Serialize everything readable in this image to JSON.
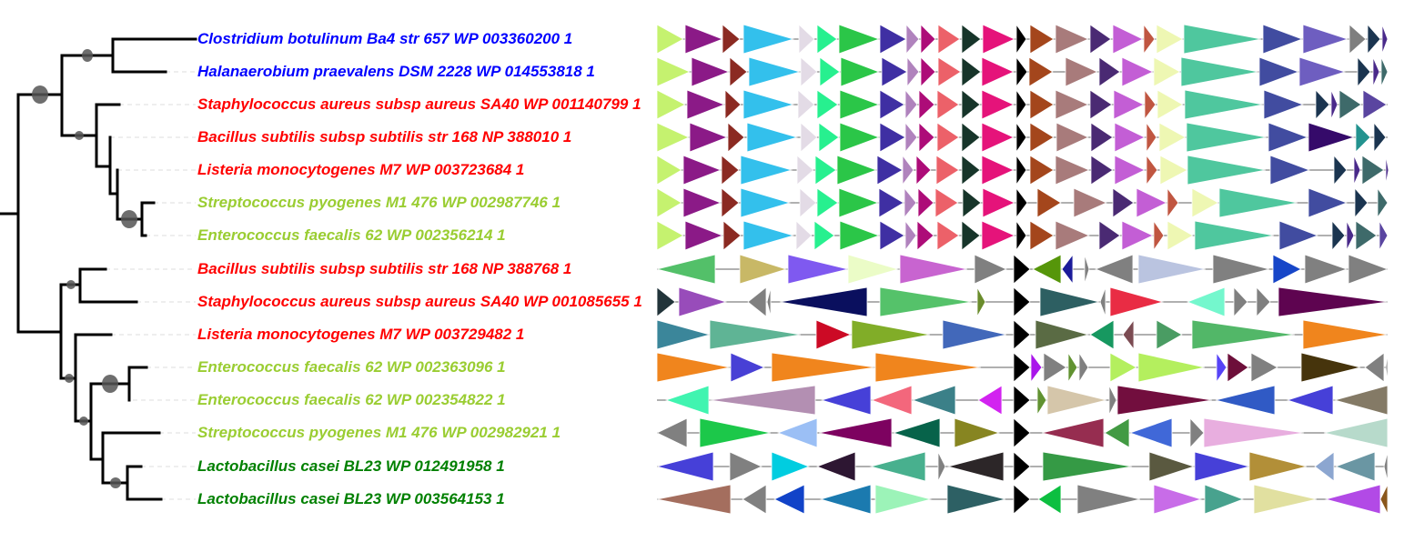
{
  "legend_colors": {
    "blue_group": "#0000ff",
    "red_group": "#ff0000",
    "yellowgreen_group": "#9acd32",
    "green_group": "#008000"
  },
  "rows": [
    {
      "label": "Clostridium botulinum Ba4 str 657 WP 003360200 1",
      "color": "#0000ff",
      "genes": [
        [
          "+",
          "#c5f26f"
        ],
        [
          "+",
          "#8b1a87"
        ],
        [
          "+",
          "#8b2a22"
        ],
        [
          "+",
          "#33c0ec"
        ],
        [
          "+",
          "#e3dbe6"
        ],
        [
          "+",
          "#27f08f"
        ],
        [
          "+",
          "#2bc648"
        ],
        [
          "+",
          "#3f2fa3"
        ],
        [
          "+",
          "#b083bd"
        ],
        [
          "+",
          "#ad0c78"
        ],
        [
          "+",
          "#ec6169"
        ],
        [
          "+",
          "#17352a"
        ],
        [
          "+",
          "#e5137a"
        ],
        [
          "+",
          "#000000"
        ],
        [
          "+",
          "#a4461c"
        ],
        [
          "+",
          "#a87b7b"
        ],
        [
          "+",
          "#4a2a73"
        ],
        [
          "+",
          "#c35ed5"
        ],
        [
          "+",
          "#c05641"
        ],
        [
          "+",
          "#eef7b3"
        ],
        [
          "+",
          "#4fc79e"
        ],
        [
          "+",
          "#414ca0"
        ],
        [
          "+",
          "#6e5ec0"
        ],
        [
          "+",
          "#7f7f7f"
        ],
        [
          "+",
          "#1b3550"
        ],
        [
          "+",
          "#4a2a8a"
        ]
      ]
    },
    {
      "label": "Halanaerobium praevalens DSM 2228 WP 014553818 1",
      "color": "#0000ff",
      "genes": [
        [
          "+",
          "#c5f26f"
        ],
        [
          "+",
          "#8b1a87"
        ],
        [
          "+",
          "#8b2a22"
        ],
        [
          "+",
          "#33c0ec"
        ],
        [
          "+",
          "#e3dbe6"
        ],
        [
          "+",
          "#27f08f"
        ],
        [
          "+",
          "#2bc648"
        ],
        [
          "+",
          "#3f2fa3"
        ],
        [
          "+",
          "#b083bd"
        ],
        [
          "+",
          "#ad0c78"
        ],
        [
          "+",
          "#ec6169"
        ],
        [
          "+",
          "#17352a"
        ],
        [
          "+",
          "#e5137a"
        ],
        [
          "+",
          "#000000"
        ],
        [
          "+",
          "#a4461c"
        ],
        [
          "+",
          "#a87b7b"
        ],
        [
          "+",
          "#4a2a73"
        ],
        [
          "+",
          "#c35ed5"
        ],
        [
          "+",
          "#eef7b3"
        ],
        [
          "+",
          "#4fc79e"
        ],
        [
          "+",
          "#414ca0"
        ],
        [
          "+",
          "#6e5ec0"
        ],
        [
          "+",
          "#1b3550"
        ],
        [
          "+",
          "#4a2a8a"
        ],
        [
          "+",
          "#3e6a6a"
        ]
      ]
    },
    {
      "label": "Staphylococcus aureus subsp aureus SA40 WP 001140799 1",
      "color": "#ff0000",
      "genes": [
        [
          "+",
          "#c5f26f"
        ],
        [
          "+",
          "#8b1a87"
        ],
        [
          "+",
          "#8b2a22"
        ],
        [
          "+",
          "#33c0ec"
        ],
        [
          "+",
          "#e3dbe6"
        ],
        [
          "+",
          "#27f08f"
        ],
        [
          "+",
          "#2bc648"
        ],
        [
          "+",
          "#3f2fa3"
        ],
        [
          "+",
          "#b083bd"
        ],
        [
          "+",
          "#ad0c78"
        ],
        [
          "+",
          "#ec6169"
        ],
        [
          "+",
          "#17352a"
        ],
        [
          "+",
          "#e5137a"
        ],
        [
          "+",
          "#000000"
        ],
        [
          "+",
          "#a4461c"
        ],
        [
          "+",
          "#a87b7b"
        ],
        [
          "+",
          "#4a2a73"
        ],
        [
          "+",
          "#c35ed5"
        ],
        [
          "+",
          "#c05641"
        ],
        [
          "+",
          "#eef7b3"
        ],
        [
          "+",
          "#4fc79e"
        ],
        [
          "+",
          "#414ca0"
        ],
        [
          "+",
          "#1b3550"
        ],
        [
          "+",
          "#4a2a8a"
        ],
        [
          "+",
          "#3e6a6a"
        ],
        [
          "+",
          "#5a45a0"
        ]
      ]
    },
    {
      "label": "Bacillus subtilis subsp subtilis str 168 NP 388010 1",
      "color": "#ff0000",
      "genes": [
        [
          "+",
          "#c5f26f"
        ],
        [
          "+",
          "#8b1a87"
        ],
        [
          "+",
          "#8b2a22"
        ],
        [
          "+",
          "#33c0ec"
        ],
        [
          "+",
          "#e3dbe6"
        ],
        [
          "+",
          "#27f08f"
        ],
        [
          "+",
          "#2bc648"
        ],
        [
          "+",
          "#3f2fa3"
        ],
        [
          "+",
          "#b083bd"
        ],
        [
          "+",
          "#ad0c78"
        ],
        [
          "+",
          "#ec6169"
        ],
        [
          "+",
          "#17352a"
        ],
        [
          "+",
          "#e5137a"
        ],
        [
          "+",
          "#000000"
        ],
        [
          "+",
          "#a4461c"
        ],
        [
          "+",
          "#a87b7b"
        ],
        [
          "+",
          "#4a2a73"
        ],
        [
          "+",
          "#c35ed5"
        ],
        [
          "+",
          "#c05641"
        ],
        [
          "+",
          "#eef7b3"
        ],
        [
          "+",
          "#4fc79e"
        ],
        [
          "+",
          "#414ca0"
        ],
        [
          "+",
          "#350a6a"
        ],
        [
          "+",
          "#23938f"
        ],
        [
          "+",
          "#1b3550"
        ]
      ]
    },
    {
      "label": "Listeria monocytogenes M7 WP 003723684 1",
      "color": "#ff0000",
      "genes": [
        [
          "+",
          "#c5f26f"
        ],
        [
          "+",
          "#8b1a87"
        ],
        [
          "+",
          "#8b2a22"
        ],
        [
          "+",
          "#33c0ec"
        ],
        [
          "+",
          "#e3dbe6"
        ],
        [
          "+",
          "#27f08f"
        ],
        [
          "+",
          "#2bc648"
        ],
        [
          "+",
          "#3f2fa3"
        ],
        [
          "+",
          "#b083bd"
        ],
        [
          "+",
          "#ad0c78"
        ],
        [
          "+",
          "#ec6169"
        ],
        [
          "+",
          "#17352a"
        ],
        [
          "+",
          "#e5137a"
        ],
        [
          "+",
          "#000000"
        ],
        [
          "+",
          "#a4461c"
        ],
        [
          "+",
          "#a87b7b"
        ],
        [
          "+",
          "#4a2a73"
        ],
        [
          "+",
          "#c35ed5"
        ],
        [
          "+",
          "#c05641"
        ],
        [
          "+",
          "#eef7b3"
        ],
        [
          "+",
          "#4fc79e"
        ],
        [
          "+",
          "#414ca0"
        ],
        [
          "+",
          "#1b3550"
        ],
        [
          "+",
          "#4a2a8a"
        ],
        [
          "+",
          "#3e6a6a"
        ],
        [
          "+",
          "#4a2a8a"
        ]
      ]
    },
    {
      "label": "Streptococcus pyogenes M1 476 WP 002987746 1",
      "color": "#9acd32",
      "genes": [
        [
          "+",
          "#c5f26f"
        ],
        [
          "+",
          "#8b1a87"
        ],
        [
          "+",
          "#8b2a22"
        ],
        [
          "+",
          "#33c0ec"
        ],
        [
          "+",
          "#e3dbe6"
        ],
        [
          "+",
          "#27f08f"
        ],
        [
          "+",
          "#2bc648"
        ],
        [
          "+",
          "#3f2fa3"
        ],
        [
          "+",
          "#b083bd"
        ],
        [
          "+",
          "#ad0c78"
        ],
        [
          "+",
          "#ec6169"
        ],
        [
          "+",
          "#17352a"
        ],
        [
          "+",
          "#e5137a"
        ],
        [
          "+",
          "#000000"
        ],
        [
          "+",
          "#a4461c"
        ],
        [
          "+",
          "#a87b7b"
        ],
        [
          "+",
          "#4a2a73"
        ],
        [
          "+",
          "#c35ed5"
        ],
        [
          "+",
          "#c05641"
        ],
        [
          "+",
          "#eef7b3"
        ],
        [
          "+",
          "#4fc79e"
        ],
        [
          "+",
          "#414ca0"
        ],
        [
          "+",
          "#1b3550"
        ],
        [
          "+",
          "#3e6a6a"
        ]
      ]
    },
    {
      "label": "Enterococcus faecalis 62 WP 002356214 1",
      "color": "#9acd32",
      "genes": [
        [
          "+",
          "#c5f26f"
        ],
        [
          "+",
          "#8b1a87"
        ],
        [
          "+",
          "#8b2a22"
        ],
        [
          "+",
          "#33c0ec"
        ],
        [
          "+",
          "#e3dbe6"
        ],
        [
          "+",
          "#27f08f"
        ],
        [
          "+",
          "#2bc648"
        ],
        [
          "+",
          "#3f2fa3"
        ],
        [
          "+",
          "#b083bd"
        ],
        [
          "+",
          "#ad0c78"
        ],
        [
          "+",
          "#ec6169"
        ],
        [
          "+",
          "#17352a"
        ],
        [
          "+",
          "#e5137a"
        ],
        [
          "+",
          "#000000"
        ],
        [
          "+",
          "#a4461c"
        ],
        [
          "+",
          "#a87b7b"
        ],
        [
          "+",
          "#4a2a73"
        ],
        [
          "+",
          "#c35ed5"
        ],
        [
          "+",
          "#c05641"
        ],
        [
          "+",
          "#eef7b3"
        ],
        [
          "+",
          "#4fc79e"
        ],
        [
          "+",
          "#414ca0"
        ],
        [
          "+",
          "#1b3550"
        ],
        [
          "+",
          "#4a2a8a"
        ],
        [
          "+",
          "#3e6a6a"
        ],
        [
          "+",
          "#5a45a0"
        ]
      ]
    },
    {
      "label": "Bacillus subtilis subsp subtilis str 168 NP 388768 1",
      "color": "#ff0000",
      "genes": [
        [
          "-",
          "#53c069"
        ],
        [
          "+",
          "#c8b866"
        ],
        [
          "+",
          "#7f59f0"
        ],
        [
          "+",
          "#ebfcc7"
        ],
        [
          "+",
          "#c864d0"
        ],
        [
          "+",
          "#808080"
        ],
        [
          "+",
          "#000000"
        ],
        [
          "-",
          "#56960a"
        ],
        [
          "-",
          "#1b1b9a"
        ],
        [
          "+",
          "#808080"
        ],
        [
          "-",
          "#808080"
        ],
        [
          "+",
          "#bac4e0"
        ],
        [
          "+",
          "#808080"
        ],
        [
          "+",
          "#1746c8"
        ],
        [
          "+",
          "#808080"
        ],
        [
          "+",
          "#808080"
        ]
      ]
    },
    {
      "label": "Staphylococcus aureus subsp aureus SA40 WP 001085655 1",
      "color": "#ff0000",
      "genes": [
        [
          "+",
          "#22343a"
        ],
        [
          "+",
          "#984cba"
        ],
        [
          "-",
          "#808080"
        ],
        [
          "-",
          "#808080"
        ],
        [
          "-",
          "#0a0f5e"
        ],
        [
          "+",
          "#55c26a"
        ],
        [
          "+",
          "#6a8c2c"
        ],
        [
          "+",
          "#000000"
        ],
        [
          "+",
          "#2d5f62"
        ],
        [
          "-",
          "#808080"
        ],
        [
          "+",
          "#e92c44"
        ],
        [
          "-",
          "#74f7cd"
        ],
        [
          "+",
          "#808080"
        ],
        [
          "+",
          "#808080"
        ],
        [
          "+",
          "#5e0450"
        ]
      ]
    },
    {
      "label": "Listeria monocytogenes M7 WP 003729482 1",
      "color": "#ff0000",
      "genes": [
        [
          "+",
          "#3b869a"
        ],
        [
          "+",
          "#5fb495"
        ],
        [
          "+",
          "#cc0a25"
        ],
        [
          "+",
          "#81ad28"
        ],
        [
          "+",
          "#4268ba"
        ],
        [
          "+",
          "#000000"
        ],
        [
          "+",
          "#5a6b44"
        ],
        [
          "-",
          "#179860"
        ],
        [
          "-",
          "#7b4b52"
        ],
        [
          "+",
          "#4a9c63"
        ],
        [
          "+",
          "#52b768"
        ],
        [
          "+",
          "#f0851d"
        ]
      ]
    },
    {
      "label": "Enterococcus faecalis 62 WP 002363096 1",
      "color": "#9acd32",
      "genes": [
        [
          "+",
          "#f0851d"
        ],
        [
          "+",
          "#4840d5"
        ],
        [
          "+",
          "#f0851d"
        ],
        [
          "+",
          "#f0851d"
        ],
        [
          "+",
          "#000000"
        ],
        [
          "+",
          "#a915ea"
        ],
        [
          "+",
          "#808080"
        ],
        [
          "+",
          "#619231"
        ],
        [
          "+",
          "#808080"
        ],
        [
          "+",
          "#b4ef5e"
        ],
        [
          "+",
          "#b4ef5e"
        ],
        [
          "+",
          "#5643f7"
        ],
        [
          "+",
          "#6d0f3a"
        ],
        [
          "+",
          "#808080"
        ],
        [
          "+",
          "#46340c"
        ],
        [
          "-",
          "#808080"
        ],
        [
          "-",
          "#808080"
        ]
      ]
    },
    {
      "label": "Enterococcus faecalis 62 WP 002354822 1",
      "color": "#9acd32",
      "genes": [
        [
          "-",
          "#40f4b0"
        ],
        [
          "-",
          "#b38fb2"
        ],
        [
          "-",
          "#4640d8"
        ],
        [
          "-",
          "#f3677c"
        ],
        [
          "-",
          "#3b8088"
        ],
        [
          "-",
          "#d223f0"
        ],
        [
          "+",
          "#000000"
        ],
        [
          "+",
          "#619231"
        ],
        [
          "+",
          "#d5c6aa"
        ],
        [
          "+",
          "#808080"
        ],
        [
          "+",
          "#720e3e"
        ],
        [
          "-",
          "#305ac5"
        ],
        [
          "-",
          "#4640d8"
        ],
        [
          "-",
          "#847a66"
        ]
      ]
    },
    {
      "label": "Streptococcus pyogenes M1 476 WP 002982921 1",
      "color": "#9acd32",
      "genes": [
        [
          "-",
          "#808080"
        ],
        [
          "+",
          "#1cc84a"
        ],
        [
          "-",
          "#9bbff5"
        ],
        [
          "-",
          "#7d0260"
        ],
        [
          "-",
          "#07634a"
        ],
        [
          "+",
          "#878521"
        ],
        [
          "+",
          "#000000"
        ],
        [
          "-",
          "#962d50"
        ],
        [
          "-",
          "#429a43"
        ],
        [
          "-",
          "#4068d8"
        ],
        [
          "+",
          "#808080"
        ],
        [
          "+",
          "#e8aedf"
        ],
        [
          "-",
          "#b7dacb"
        ]
      ]
    },
    {
      "label": "Lactobacillus casei BL23 WP 012491958 1",
      "color": "#008000",
      "genes": [
        [
          "-",
          "#4640d8"
        ],
        [
          "+",
          "#808080"
        ],
        [
          "+",
          "#00cde0"
        ],
        [
          "-",
          "#2d1632"
        ],
        [
          "-",
          "#48b08e"
        ],
        [
          "+",
          "#808080"
        ],
        [
          "-",
          "#2c2628"
        ],
        [
          "+",
          "#000000"
        ],
        [
          "+",
          "#359a45"
        ],
        [
          "+",
          "#5a5940"
        ],
        [
          "+",
          "#4640d8"
        ],
        [
          "+",
          "#b28f38"
        ],
        [
          "-",
          "#8ca6d0"
        ],
        [
          "-",
          "#6a96a3"
        ],
        [
          "-",
          "#808080"
        ]
      ]
    },
    {
      "label": "Lactobacillus casei BL23 WP 003564153 1",
      "color": "#008000",
      "genes": [
        [
          "-",
          "#a46e5e"
        ],
        [
          "-",
          "#808080"
        ],
        [
          "-",
          "#1143c8"
        ],
        [
          "-",
          "#1b7aaf"
        ],
        [
          "+",
          "#9cf3b8"
        ],
        [
          "+",
          "#2d6064"
        ],
        [
          "+",
          "#000000"
        ],
        [
          "-",
          "#0dbf40"
        ],
        [
          "+",
          "#808080"
        ],
        [
          "+",
          "#c86ce8"
        ],
        [
          "+",
          "#48a28e"
        ],
        [
          "+",
          "#e1e0a0"
        ],
        [
          "-",
          "#b24ae6"
        ],
        [
          "-",
          "#8a561c"
        ]
      ]
    }
  ]
}
